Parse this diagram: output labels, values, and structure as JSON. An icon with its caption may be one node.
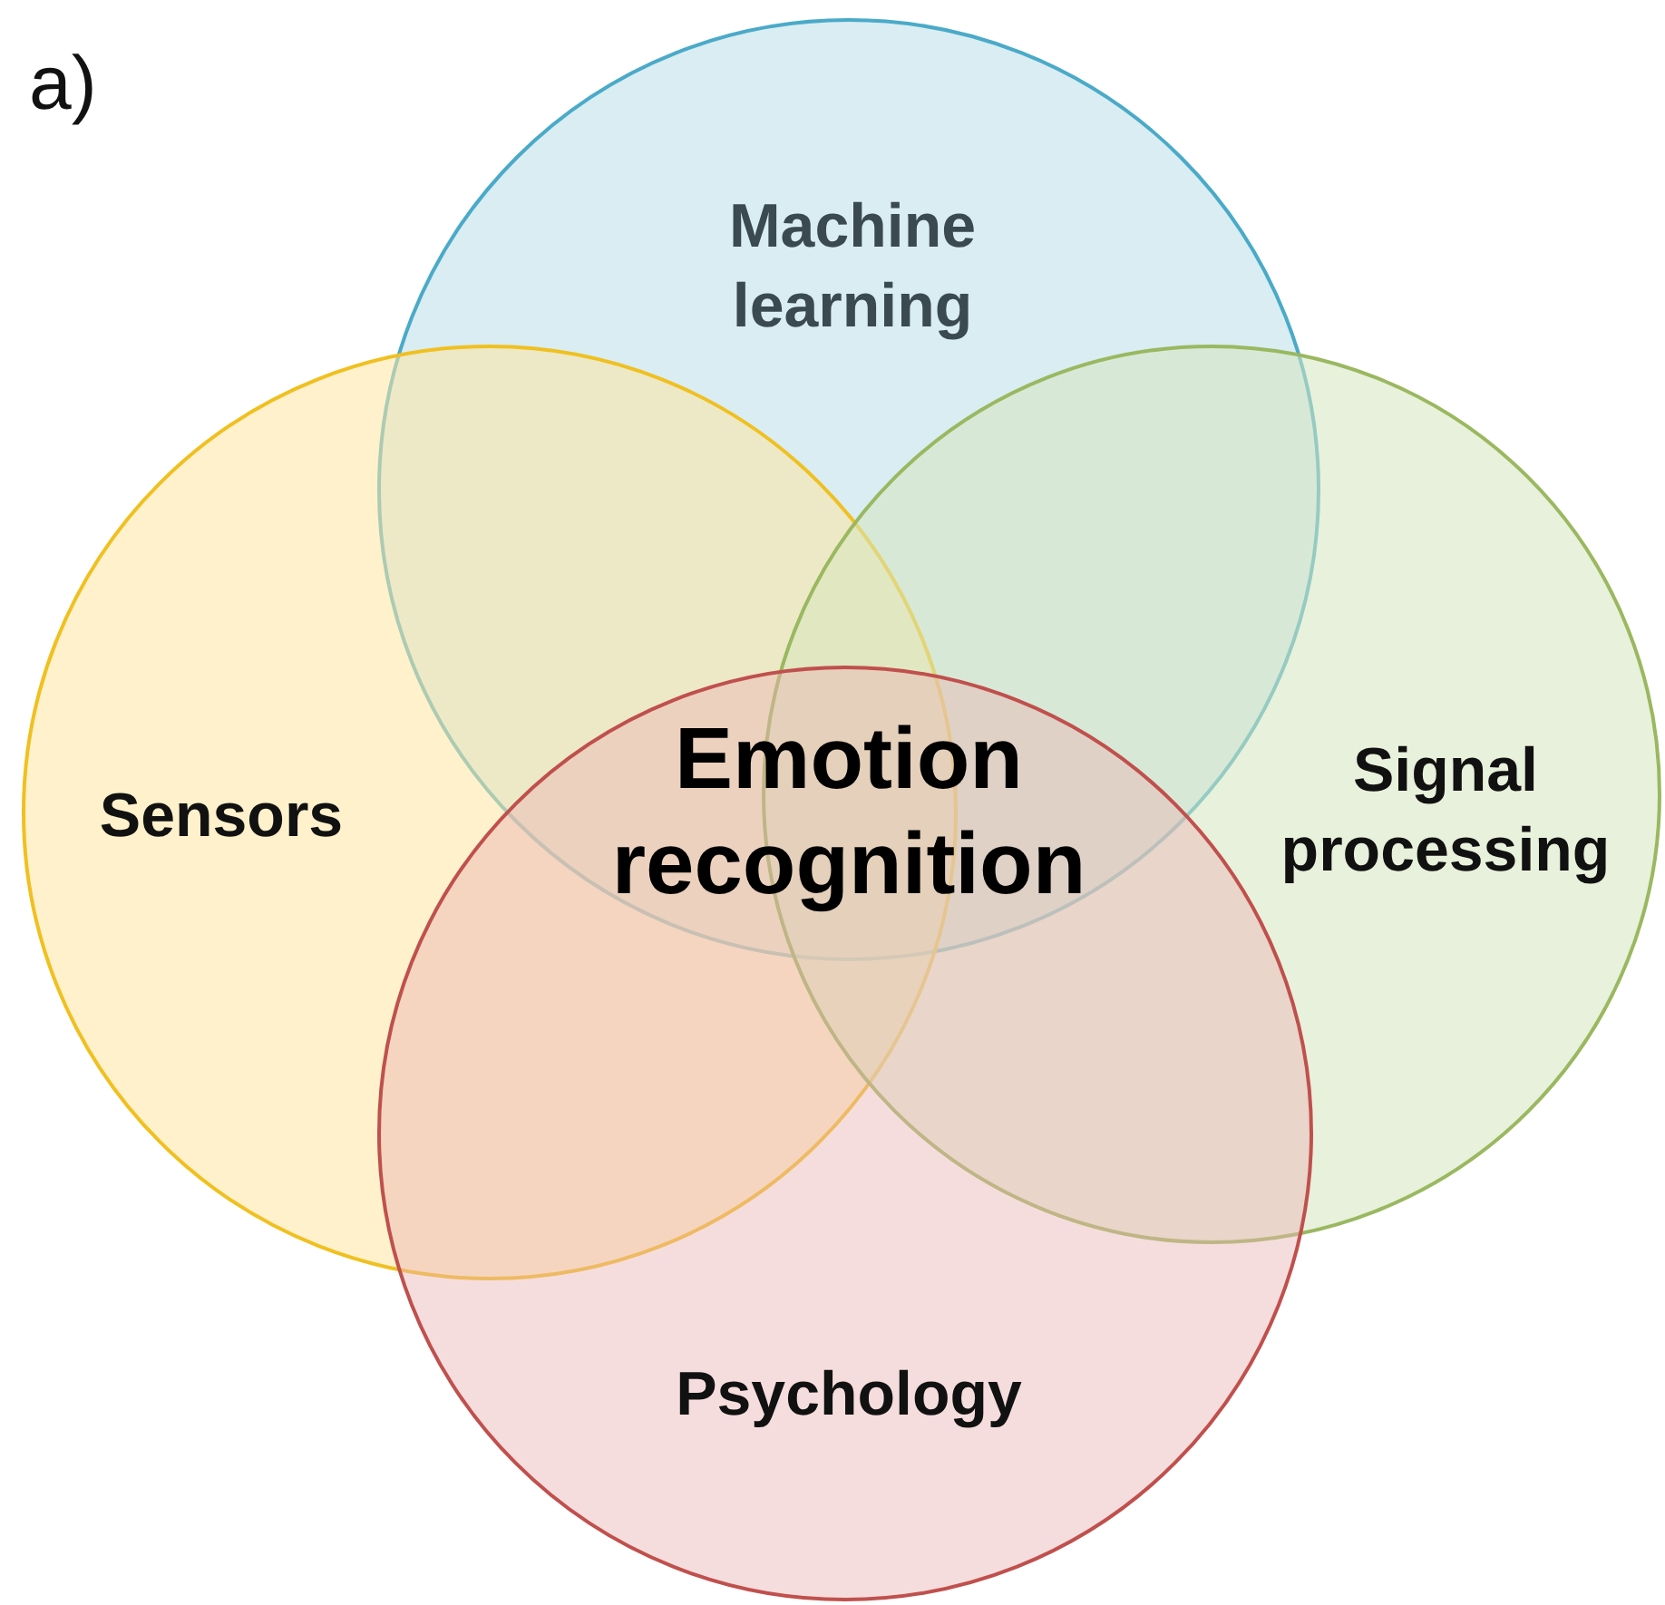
{
  "diagram": {
    "nodes": [
      {
        "text": [
          "Machine learning"
        ]
      },
      {
        "text": [
          "Sensors"
        ]
      },
      {
        "text": [
          "Signal processing"
        ]
      },
      {
        "text": [
          "Psychology"
        ]
      }
    ],
    "labels": [
      "a)",
      "Emotion recognition"
    ]
  }
}
